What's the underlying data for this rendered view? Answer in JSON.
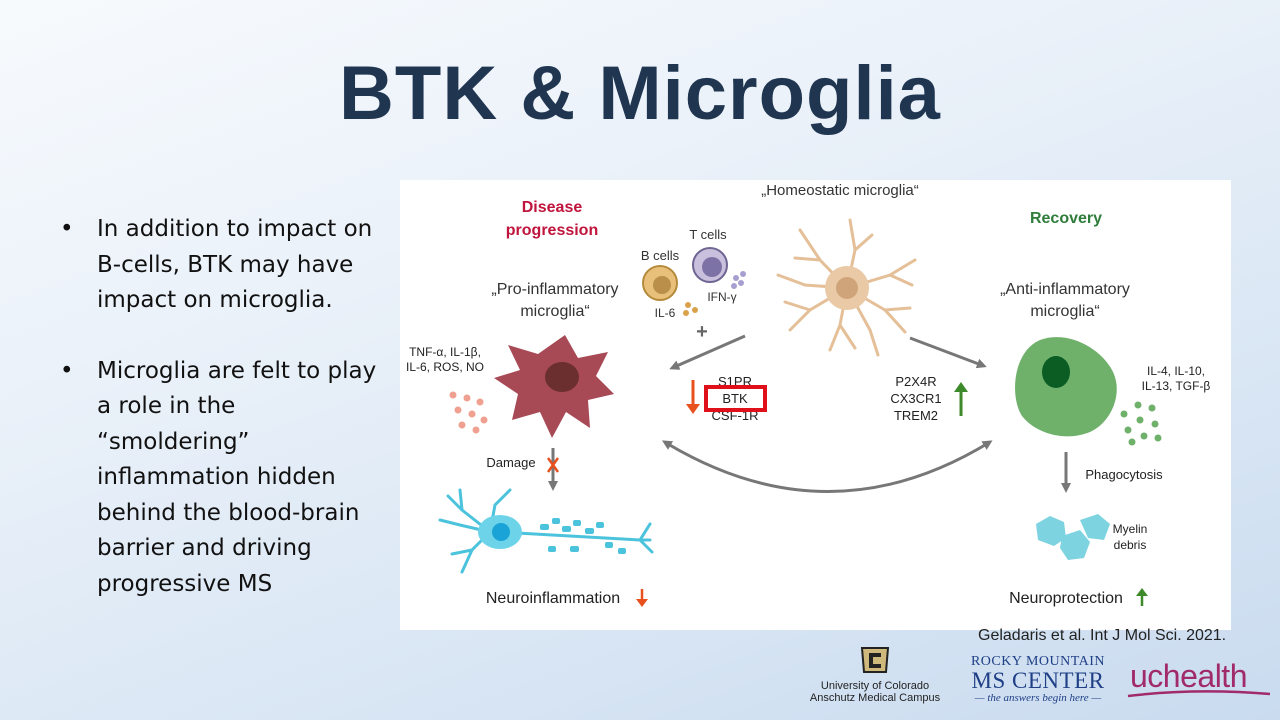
{
  "slide": {
    "title": "BTK & Microglia",
    "bullets": [
      "In addition to impact on B-cells, BTK may have impact on microglia.",
      "Microglia are felt to play a role in the “smoldering” inflammation hidden behind the blood-brain barrier and driving progressive MS"
    ],
    "bullet_symbol": "•",
    "citation": "Geladaris et al. Int J Mol Sci. 2021."
  },
  "figure": {
    "homeostatic": "„Homeostatic microglia“",
    "disease_line1": "Disease",
    "disease_line2": "progression",
    "recovery": "Recovery",
    "pro_line1": "„Pro-inflammatory",
    "pro_line2": "microglia“",
    "anti_line1": "„Anti-inflammatory",
    "anti_line2": "microglia“",
    "b_cells": "B cells",
    "t_cells": "T cells",
    "ifn": "IFN-γ",
    "il6": "IL-6",
    "plus": "+",
    "pro_cyto_1": "TNF-α, IL-1β,",
    "pro_cyto_2": "IL-6, ROS, NO",
    "anti_cyto_1": "IL-4, IL-10,",
    "anti_cyto_2": "IL-13, TGF-β",
    "s1pr": "S1PR",
    "btk": "BTK",
    "csf1r": "CSF-1R",
    "p2x4r": "P2X4R",
    "cx3cr1": "CX3CR1",
    "trem2": "TREM2",
    "damage": "Damage",
    "phagocytosis": "Phagocytosis",
    "myelin_1": "Myelin",
    "myelin_2": "debris",
    "neuroinflammation": "Neuroinflammation",
    "neuroprotection": "Neuroprotection",
    "colors": {
      "disease": "#c0143c",
      "recovery": "#2e7d3a",
      "btk_box": "#e0101a",
      "down_arrow": "#e8501e",
      "up_arrow": "#3d8a2a",
      "pro_microglia": "#a84a55",
      "anti_microglia": "#6fb06b",
      "neuron": "#4cc3dc",
      "homeostatic": "#e4bf98"
    }
  },
  "logos": {
    "cu_line1": "University of Colorado",
    "cu_line2": "Anschutz Medical Campus",
    "rmms_line1": "ROCKY MOUNTAIN",
    "rmms_line2": "MS CENTER",
    "rmms_line3": "— the answers begin here —",
    "uchealth": "uchealth"
  }
}
